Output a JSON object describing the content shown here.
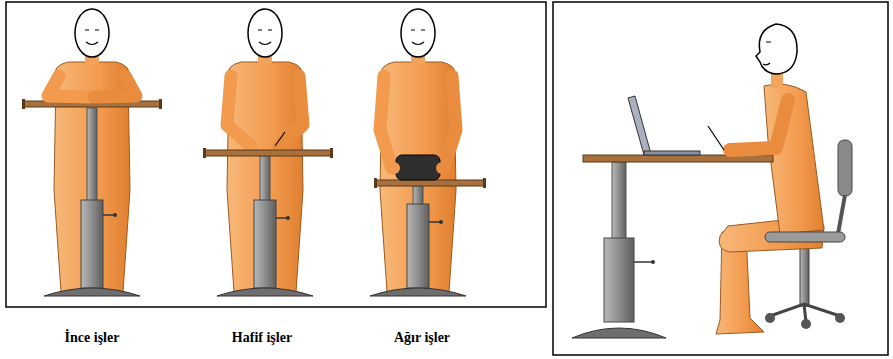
{
  "diagram": {
    "labels": [
      "İnce işler",
      "Hafif işler",
      "Ağır işler"
    ]
  }
}
